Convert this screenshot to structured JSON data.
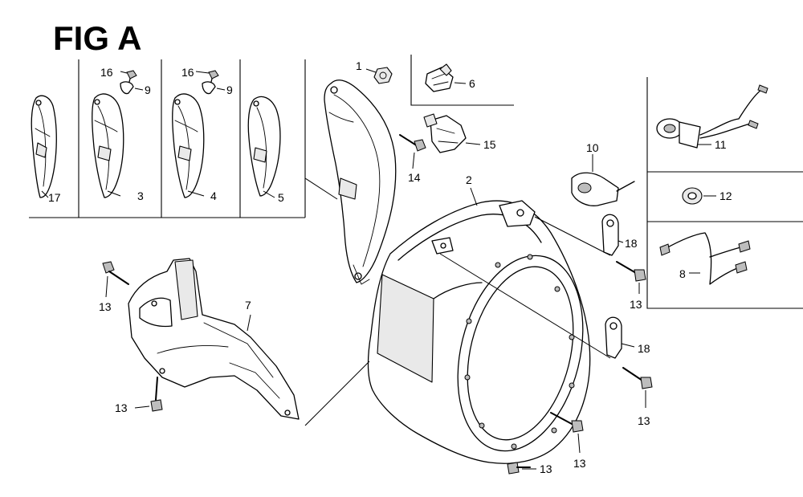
{
  "figure": {
    "title": "FIG A"
  },
  "callouts": {
    "c1": "1",
    "c2": "2",
    "c3": "3",
    "c4": "4",
    "c5": "5",
    "c6": "6",
    "c7": "7",
    "c8": "8",
    "c9a": "9",
    "c9b": "9",
    "c10": "10",
    "c11": "11",
    "c12": "12",
    "c13a": "13",
    "c13b": "13",
    "c13c": "13",
    "c13d": "13",
    "c13e": "13",
    "c13f": "13",
    "c14": "14",
    "c15": "15",
    "c16a": "16",
    "c16b": "16",
    "c17": "17",
    "c18a": "18",
    "c18b": "18"
  }
}
